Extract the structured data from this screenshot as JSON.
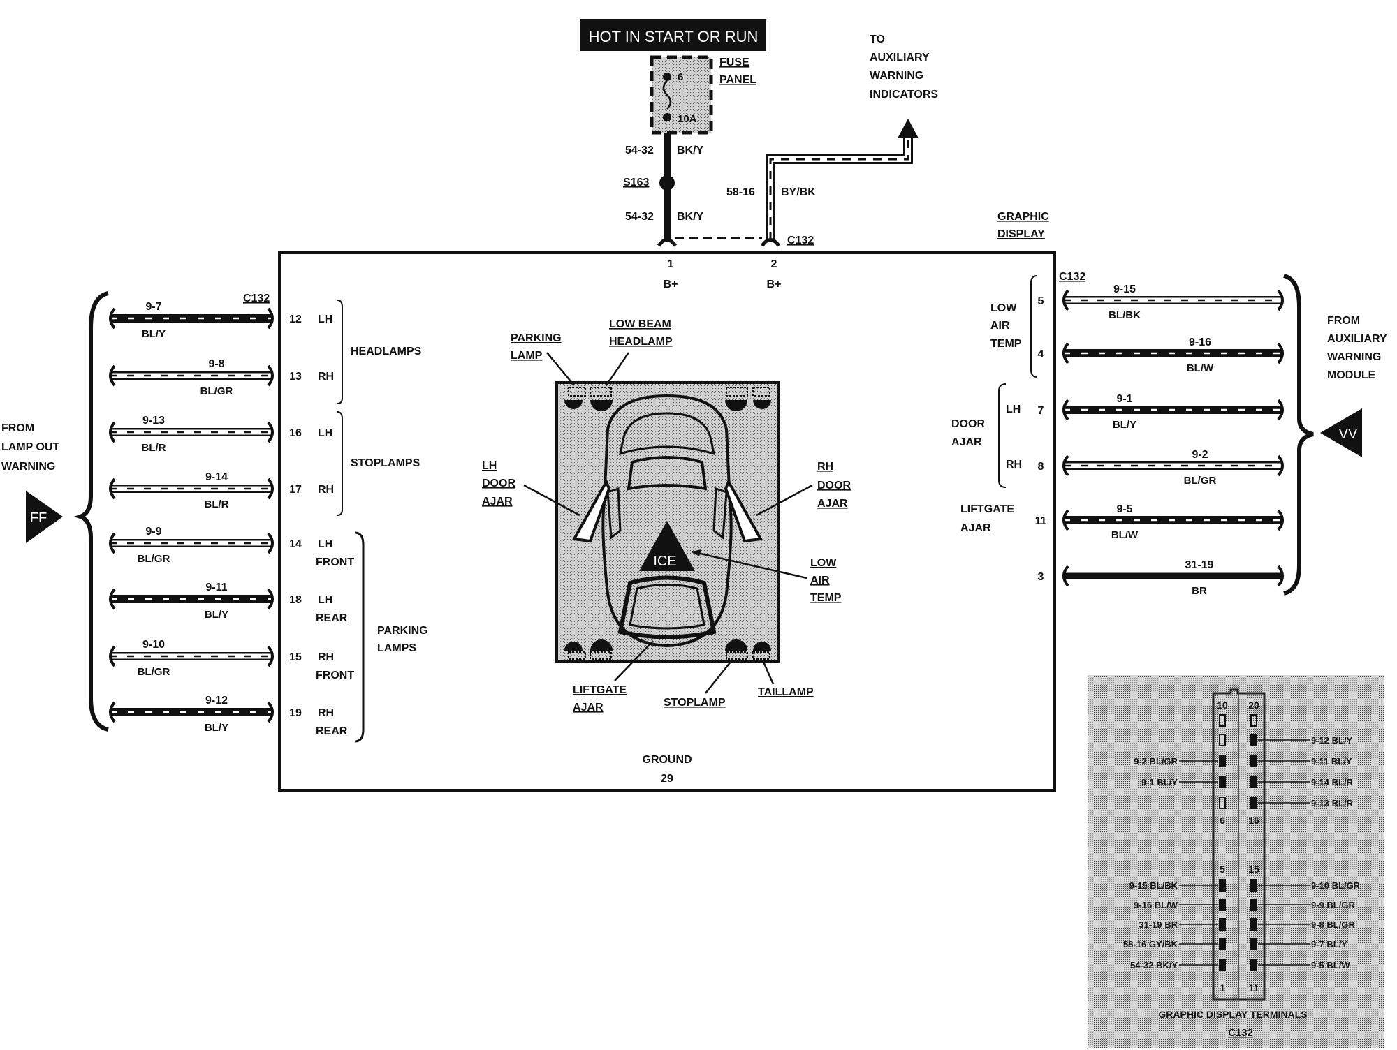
{
  "header": {
    "hot_label": "HOT IN START OR RUN",
    "fuse_num": "6",
    "fuse_amp": "10A",
    "fuse_panel": [
      "FUSE",
      "PANEL"
    ],
    "to_aux": [
      "TO",
      "AUXILIARY",
      "WARNING",
      "INDICATORS"
    ],
    "wire_54_top": [
      "54-32",
      "BK/Y"
    ],
    "splice": "S163",
    "wire_54_bot": [
      "54-32",
      "BK/Y"
    ],
    "wire_58": [
      "58-16",
      "BY/BK"
    ],
    "connector_top": "C132",
    "pin1": [
      "1",
      "B+"
    ],
    "pin2": [
      "2",
      "B+"
    ],
    "graphic_display": [
      "GRAPHIC",
      "DISPLAY"
    ]
  },
  "left": {
    "connector": "C132",
    "from_label": [
      "FROM",
      "LAMP OUT",
      "WARNING"
    ],
    "tag": "FF",
    "wires": [
      {
        "circuit": "9-7",
        "color": "BL/Y",
        "pin": "12",
        "side": "LH",
        "style": "dark"
      },
      {
        "circuit": "9-8",
        "color": "BL/GR",
        "pin": "13",
        "side": "RH",
        "style": "light"
      },
      {
        "circuit": "9-13",
        "color": "BL/R",
        "pin": "16",
        "side": "LH",
        "style": "light"
      },
      {
        "circuit": "9-14",
        "color": "BL/R",
        "pin": "17",
        "side": "RH",
        "style": "light"
      },
      {
        "circuit": "9-9",
        "color": "BL/GR",
        "pin": "14",
        "side": "LH",
        "sub": "FRONT",
        "style": "light"
      },
      {
        "circuit": "9-11",
        "color": "BL/Y",
        "pin": "18",
        "side": "LH",
        "sub": "REAR",
        "style": "dark"
      },
      {
        "circuit": "9-10",
        "color": "BL/GR",
        "pin": "15",
        "side": "RH",
        "sub": "FRONT",
        "style": "light"
      },
      {
        "circuit": "9-12",
        "color": "BL/Y",
        "pin": "19",
        "side": "RH",
        "sub": "REAR",
        "style": "dark"
      }
    ],
    "groups": {
      "headlamps": "HEADLAMPS",
      "stoplamps": "STOPLAMPS",
      "parking": [
        "PARKING",
        "LAMPS"
      ]
    }
  },
  "right": {
    "connector": "C132",
    "from_label": [
      "FROM",
      "AUXILIARY",
      "WARNING",
      "MODULE"
    ],
    "tag": "VV",
    "wires": [
      {
        "circuit": "9-15",
        "color": "BL/BK",
        "pin": "5",
        "style": "light"
      },
      {
        "circuit": "9-16",
        "color": "BL/W",
        "pin": "4",
        "style": "dark"
      },
      {
        "circuit": "9-1",
        "color": "BL/Y",
        "pin": "7",
        "style": "dark"
      },
      {
        "circuit": "9-2",
        "color": "BL/GR",
        "pin": "8",
        "style": "light"
      },
      {
        "circuit": "9-5",
        "color": "BL/W",
        "pin": "11",
        "style": "dark"
      },
      {
        "circuit": "31-19",
        "color": "BR",
        "pin": "3",
        "style": "solid"
      }
    ],
    "low_air": [
      "LOW",
      "AIR",
      "TEMP"
    ],
    "door_ajar": [
      "DOOR",
      "AJAR"
    ],
    "lh": "LH",
    "rh": "RH",
    "liftgate": [
      "LIFTGATE",
      "AJAR"
    ]
  },
  "center": {
    "parking_lamp": [
      "PARKING",
      "LAMP"
    ],
    "low_beam": [
      "LOW BEAM",
      "HEADLAMP"
    ],
    "lh_door": [
      "LH",
      "DOOR",
      "AJAR"
    ],
    "rh_door": [
      "RH",
      "DOOR",
      "AJAR"
    ],
    "low_air": [
      "LOW",
      "AIR",
      "TEMP"
    ],
    "ice": "ICE",
    "liftgate": [
      "LIFTGATE",
      "AJAR"
    ],
    "stoplamp": "STOPLAMP",
    "taillamp": "TAILLAMP",
    "ground": [
      "GROUND",
      "29"
    ]
  },
  "terminals": {
    "title": "GRAPHIC DISPLAY TERMINALS",
    "connector": "C132",
    "pin_labels": {
      "top_left": "10",
      "top_right": "20",
      "mid_left_a": "6",
      "mid_right_a": "16",
      "mid_left_b": "5",
      "mid_right_b": "15",
      "bot_left": "1",
      "bot_right": "11"
    },
    "left_labels": [
      "9-2 BL/GR",
      "9-1 BL/Y",
      "9-15 BL/BK",
      "9-16 BL/W",
      "31-19 BR",
      "58-16 GY/BK",
      "54-32 BK/Y"
    ],
    "right_labels": [
      "9-12 BL/Y",
      "9-11 BL/Y",
      "9-14 BL/R",
      "9-13 BL/R",
      "9-10 BL/GR",
      "9-9 BL/GR",
      "9-8 BL/GR",
      "9-7 BL/Y",
      "9-5 BL/W"
    ]
  }
}
